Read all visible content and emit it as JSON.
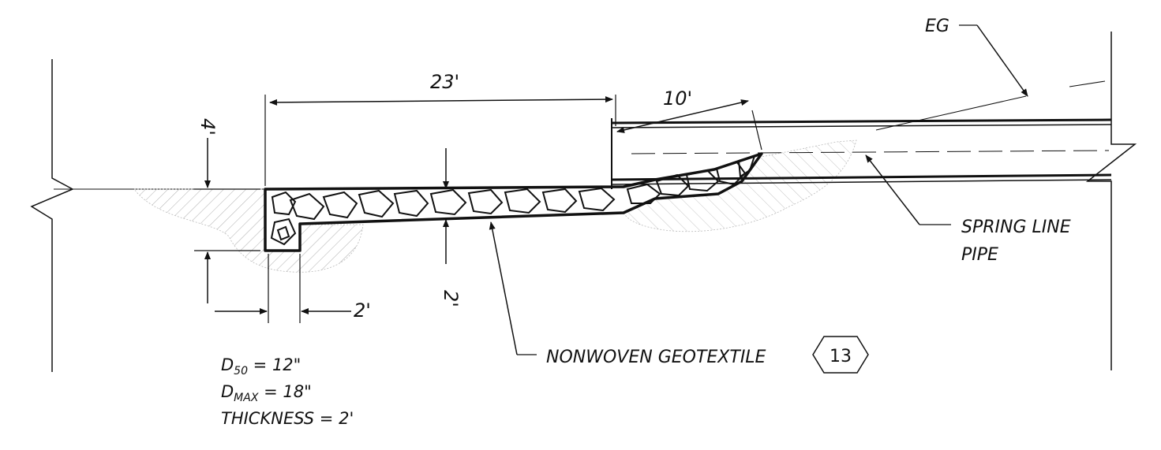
{
  "drawing": {
    "labels": {
      "eg": "EG",
      "spring_line_1": "SPRING LINE",
      "spring_line_2": "PIPE",
      "geotextile": "NONWOVEN GEOTEXTILE",
      "detail_ref": "13"
    },
    "dimensions": {
      "length_apron": "23'",
      "length_slope": "10'",
      "depth_toe": "4'",
      "thickness": "2'",
      "toe_width": "2'"
    },
    "notes": {
      "d50_symbol": "D",
      "d50_sub": "50",
      "d50_value": " = 12\"",
      "dmax_symbol": "D",
      "dmax_sub": "MAX",
      "dmax_value": " = 18\"",
      "thickness_line": "THICKNESS = 2'"
    }
  }
}
